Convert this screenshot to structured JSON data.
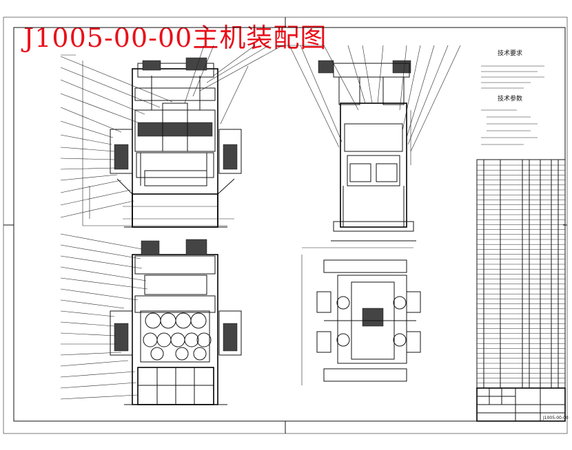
{
  "drawing": {
    "title": "J1005-00-00主机装配图",
    "title_color": "#e8101a",
    "line_color": "#111111",
    "background": "#ffffff"
  },
  "notes": {
    "tech_requirements_heading": "技术要求",
    "tech_params_heading": "技术参数",
    "drawing_number": "J1005-00-00"
  }
}
